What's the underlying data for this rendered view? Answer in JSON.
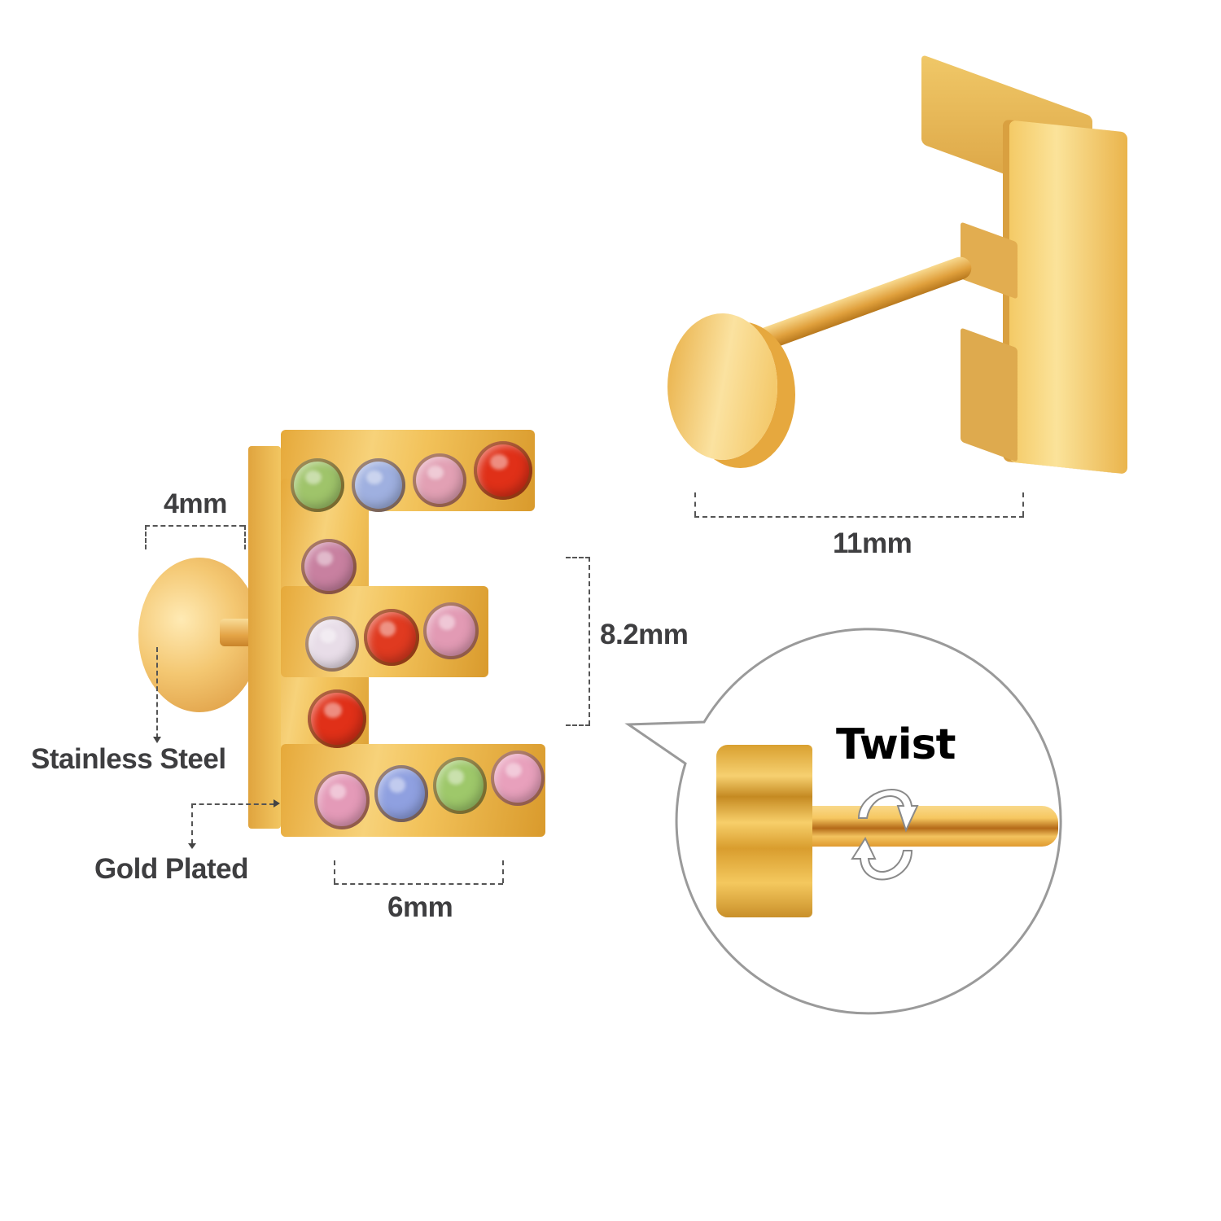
{
  "product": {
    "letter": "E",
    "material_labels": {
      "stainless_steel": "Stainless Steel",
      "gold_plated": "Gold Plated"
    }
  },
  "dimensions": {
    "ball_width": "4mm",
    "letter_height": "8.2mm",
    "letter_width": "6mm",
    "total_length": "11mm"
  },
  "callout": {
    "title": "Twist",
    "icon": "rotate-arrows-icon"
  },
  "colors": {
    "gold": "#f0c05a",
    "gold_dark": "#d4952a",
    "text": "#3e3e40",
    "callout_text": "#000000",
    "bubble_border": "#9a9a9a"
  },
  "gems": {
    "row1": [
      "#9fc46a",
      "#9fb0e0",
      "#e2a0b4",
      "#e03018"
    ],
    "row2": [
      "#c880a0"
    ],
    "row3": [
      "#e8dde8",
      "#e03a20",
      "#e29ab4"
    ],
    "row4": [
      "#e03018"
    ],
    "row5": [
      "#e49ab8",
      "#8fa0e0",
      "#9ec86a",
      "#e8a0bc"
    ]
  }
}
